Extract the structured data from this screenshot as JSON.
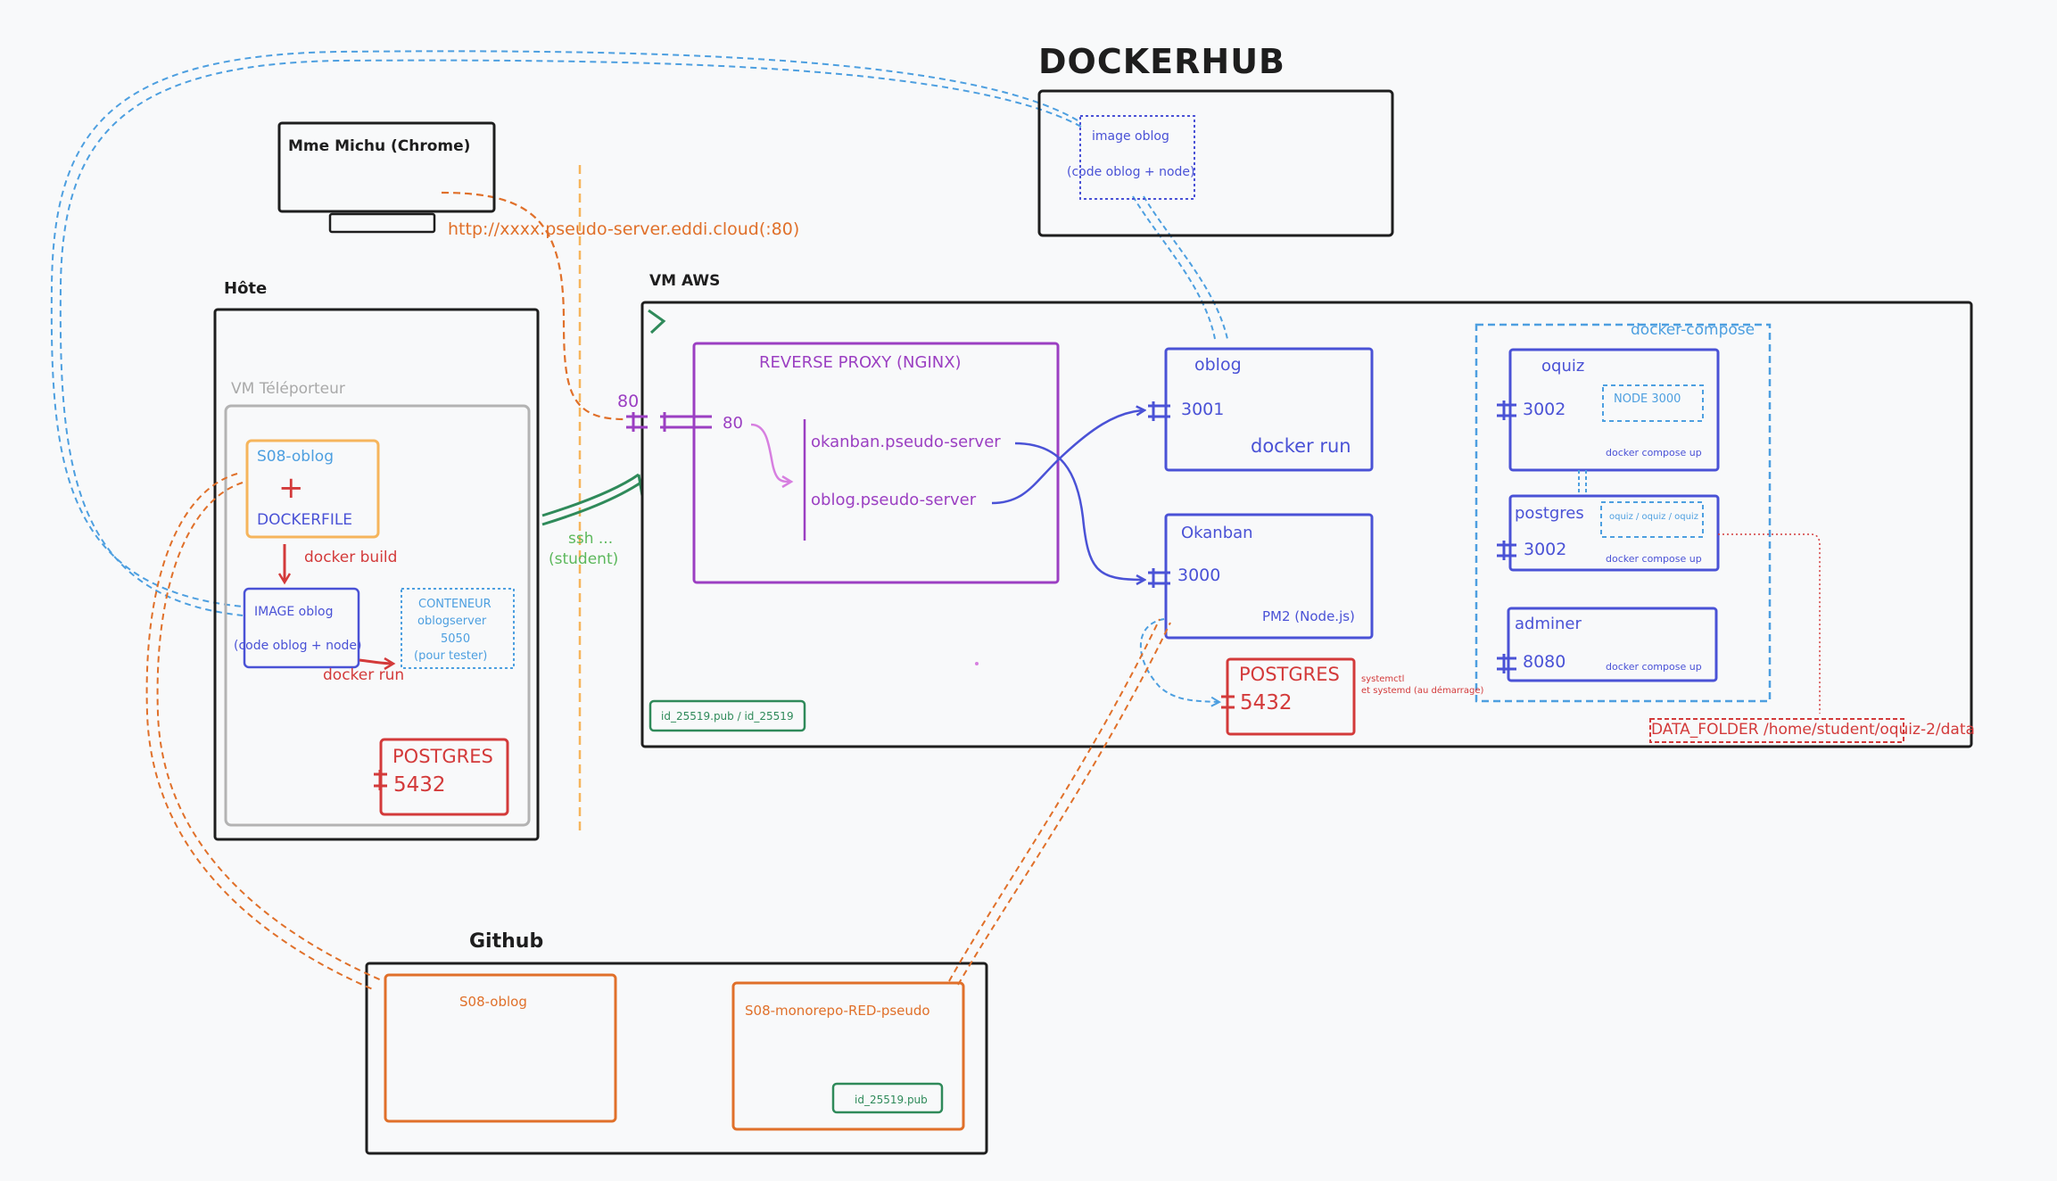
{
  "diagram": {
    "dockerhub": {
      "title": "DOCKERHUB",
      "image_title": "image oblog",
      "image_sub": "(code oblog + node)"
    },
    "client": {
      "title": "Mme Michu (Chrome)",
      "url": "http://xxxx.pseudo-server.eddi.cloud(:80)"
    },
    "host": {
      "title": "Hôte",
      "vm_title": "VM Téléporteur",
      "repo_label": "S08-oblog",
      "plus": "+",
      "dockerfile": "DOCKERFILE",
      "build_label": "docker build",
      "image_title": "IMAGE oblog",
      "image_sub": "(code oblog + node)",
      "run_label": "docker run",
      "container_line1": "CONTENEUR",
      "container_line2": "oblogserver",
      "container_line3": "5050",
      "container_line4": "(pour tester)",
      "postgres_title": "POSTGRES",
      "postgres_port": "5432"
    },
    "ssh": {
      "line1": "ssh ...",
      "line2": "(student)"
    },
    "vm_aws": {
      "title": "VM AWS",
      "external_port": "80",
      "proxy_title": "REVERSE PROXY (NGINX)",
      "proxy_port": "80",
      "route_okanban": "okanban.pseudo-server",
      "route_oblog": "oblog.pseudo-server",
      "keys": "id_25519.pub / id_25519",
      "oblog": {
        "title": "oblog",
        "port": "3001",
        "cmd": "docker run"
      },
      "okanban": {
        "title": "Okanban",
        "port": "3000",
        "cmd": "PM2 (Node.js)"
      },
      "postgres": {
        "title": "POSTGRES",
        "port": "5432",
        "note1": "systemctl",
        "note2": "et systemd (au démarrage)"
      },
      "compose": {
        "title": "docker-compose",
        "oquiz": {
          "title": "oquiz",
          "port": "3002",
          "inner": "NODE 3000",
          "cmd": "docker compose up"
        },
        "postgres": {
          "title": "postgres",
          "port": "3002",
          "inner": "oquiz / oquiz / oquiz",
          "cmd": "docker compose up"
        },
        "adminer": {
          "title": "adminer",
          "port": "8080",
          "cmd": "docker compose up"
        }
      },
      "data_folder": "DATA_FOLDER /home/student/oquiz-2/data"
    },
    "github": {
      "title": "Github",
      "repo1": "S08-oblog",
      "repo2": "S08-monorepo-RED-pseudo",
      "key": "id_25519.pub"
    }
  }
}
